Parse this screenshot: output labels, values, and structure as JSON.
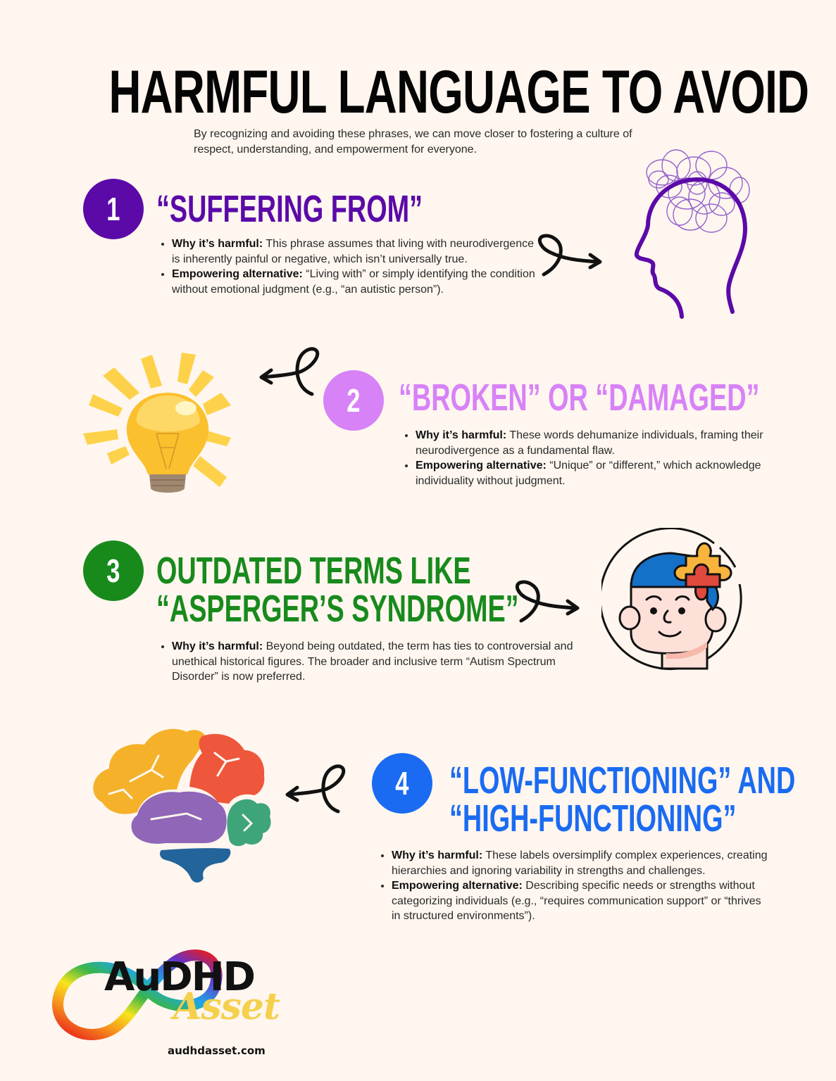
{
  "header": {
    "title": "HARMFUL LANGUAGE TO AVOID",
    "subtitle": "By recognizing and avoiding these phrases, we can move closer to fostering a culture of respect, understanding, and empowerment for everyone."
  },
  "colors": {
    "background": "#fef6ef",
    "section1": "#5b0aa8",
    "section2": "#d882f7",
    "section3": "#188a1c",
    "section4": "#1a6bf2"
  },
  "sections": [
    {
      "number": "1",
      "heading_lines": [
        "“SUFFERING FROM”"
      ],
      "bullets": [
        {
          "label": "Why it’s harmful:",
          "text": " This phrase assumes that living with neurodivergence is inherently painful or negative, which isn’t universally true."
        },
        {
          "label": "Empowering alternative:",
          "text": " “Living with” or simply identifying the condition without emotional judgment (e.g., “an autistic person”)."
        }
      ],
      "illustration": "tangled-thoughts-head-icon"
    },
    {
      "number": "2",
      "heading_lines": [
        "“BROKEN” OR “DAMAGED”"
      ],
      "bullets": [
        {
          "label": "Why it’s harmful:",
          "text": " These words dehumanize individuals, framing their neurodivergence as a fundamental flaw."
        },
        {
          "label": "Empowering alternative:",
          "text": " “Unique” or “different,” which acknowledge individuality without judgment."
        }
      ],
      "illustration": "lightbulb-icon"
    },
    {
      "number": "3",
      "heading_lines": [
        "OUTDATED TERMS LIKE",
        "“ASPERGER’S SYNDROME”"
      ],
      "bullets": [
        {
          "label": "Why it’s harmful:",
          "text": " Beyond being outdated, the term has ties to controversial and unethical historical figures. The broader and inclusive term “Autism Spectrum Disorder” is now preferred."
        }
      ],
      "illustration": "puzzle-head-icon"
    },
    {
      "number": "4",
      "heading_lines": [
        "“LOW-FUNCTIONING” AND",
        "“HIGH-FUNCTIONING”"
      ],
      "bullets": [
        {
          "label": "Why it’s harmful:",
          "text": " These labels oversimplify complex experiences, creating hierarchies and ignoring variability in strengths and challenges."
        },
        {
          "label": "Empowering alternative:",
          "text": " Describing specific needs or strengths without categorizing individuals (e.g., “requires communication support” or “thrives in structured environments”)."
        }
      ],
      "illustration": "colorful-brain-icon"
    }
  ],
  "footer": {
    "logo_word1": "AuDHD",
    "logo_word2": "Asset",
    "website": "audhdasset.com"
  }
}
